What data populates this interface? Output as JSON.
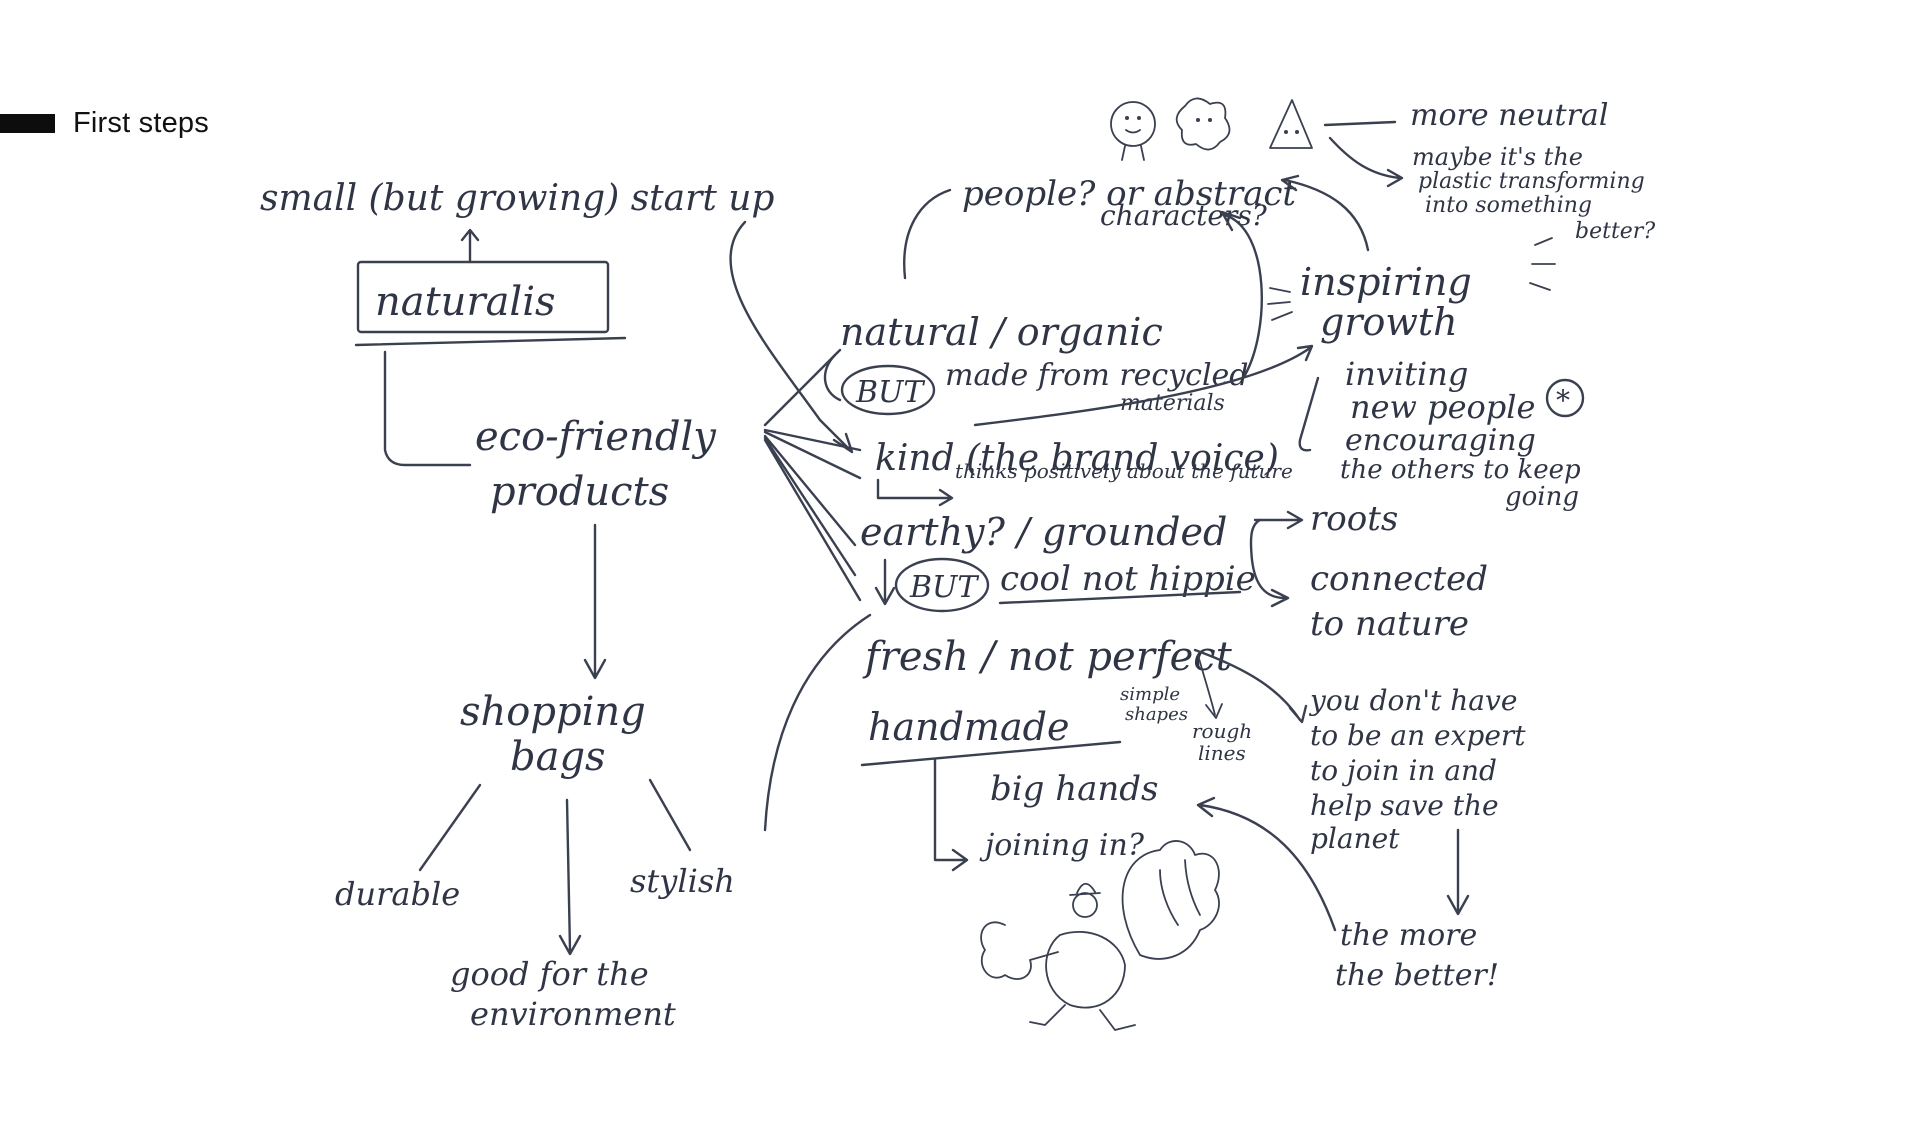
{
  "header": {
    "title": "First steps"
  },
  "colors": {
    "ink": "#2f3544",
    "bar": "#0d0d0d",
    "background": "#ffffff"
  },
  "mindmap": {
    "startup": "small (but growing) start up",
    "brand": "naturalis",
    "eco": {
      "line1": "eco-friendly",
      "line2": "products"
    },
    "bags": {
      "line1": "shopping",
      "line2": "bags"
    },
    "durable": "durable",
    "stylish": "stylish",
    "good_env": {
      "line1": "good for the",
      "line2": "environment"
    },
    "characters": {
      "line1": "people? or abstract",
      "line2": "characters?"
    },
    "neutral": "more neutral",
    "plastic": {
      "line1": "maybe it's the",
      "line2": "plastic transforming",
      "line3": "into something",
      "line4": "better?"
    },
    "natural": "natural / organic",
    "but": "BUT",
    "recycled": {
      "line1": "made from recycled",
      "line2": "materials"
    },
    "inspiring": {
      "line1": "inspiring",
      "line2": "growth"
    },
    "inviting": {
      "line1": "inviting",
      "line2": "new people"
    },
    "encouraging": {
      "line1": "encouraging",
      "line2": "the others to keep",
      "line3": "going"
    },
    "kind": "kind (the brand voice)",
    "thinks": "thinks positively about the future",
    "earthy": "earthy? / grounded",
    "roots": "roots",
    "cool": "cool not hippie",
    "connected": {
      "line1": "connected",
      "line2": "to nature"
    },
    "fresh": "fresh / not perfect",
    "handmade": "handmade",
    "simple": {
      "line1": "simple",
      "line2": "shapes"
    },
    "rough": {
      "line1": "rough",
      "line2": "lines"
    },
    "expert": {
      "line1": "you don't have",
      "line2": "to be an expert",
      "line3": "to join in and",
      "line4": "help save the",
      "line5": "planet"
    },
    "hands": {
      "line1": "big hands",
      "line2": "joining in?"
    },
    "more_better": {
      "line1": "the more",
      "line2": "the better!"
    }
  }
}
